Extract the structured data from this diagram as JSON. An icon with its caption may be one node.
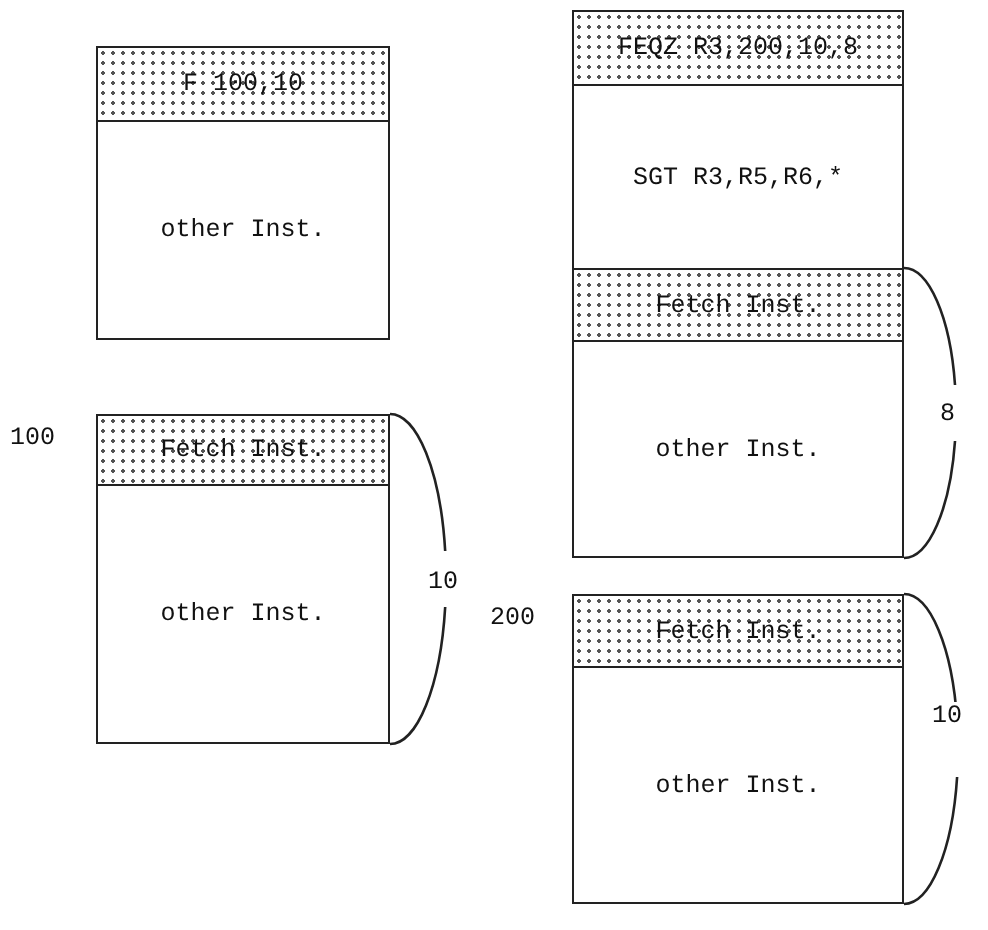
{
  "diagram": {
    "nodes": [
      {
        "text": [
          "F 100,10"
        ]
      },
      {
        "text": [
          "other Inst."
        ]
      },
      {
        "text": [
          "Fetch Inst."
        ],
        "beside": [
          "100"
        ]
      },
      {
        "text": [
          "other Inst."
        ]
      },
      {
        "text": [
          "FEQZ R3,200,10,8"
        ]
      },
      {
        "text": [
          "SGT R3,R5,R6,*"
        ]
      },
      {
        "text": [
          "Fetch Inst."
        ]
      },
      {
        "text": [
          "other Inst."
        ]
      },
      {
        "text": [
          "Fetch Inst."
        ],
        "beside": [
          "200"
        ]
      },
      {
        "text": [
          "other Inst."
        ]
      }
    ],
    "labels": [
      "10",
      "8",
      "10"
    ]
  }
}
